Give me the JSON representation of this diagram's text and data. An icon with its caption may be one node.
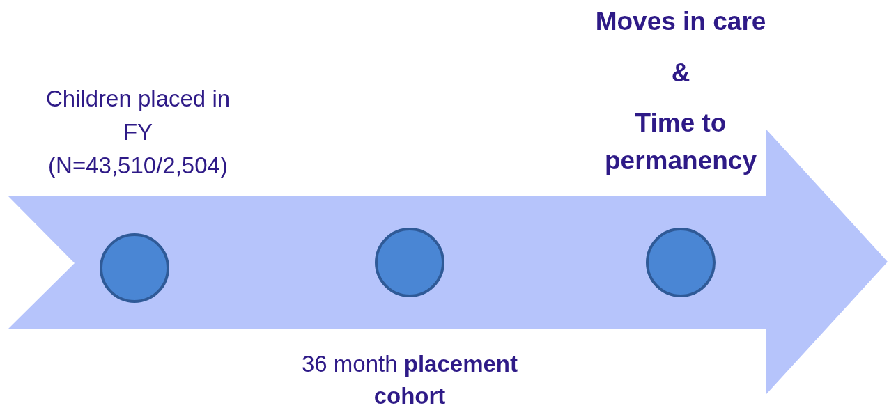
{
  "diagram": {
    "nodes": [
      {
        "text": [],
        "shape": "circle",
        "beside": [
          "Children placed in FY (N=43,510/2,504)"
        ]
      },
      {
        "text": [],
        "shape": "circle",
        "beside": [
          "36 month **placement cohort**"
        ]
      },
      {
        "text": [],
        "shape": "circle",
        "beside": [
          "Moves in care",
          "&",
          "Time to permanency"
        ]
      }
    ]
  }
}
